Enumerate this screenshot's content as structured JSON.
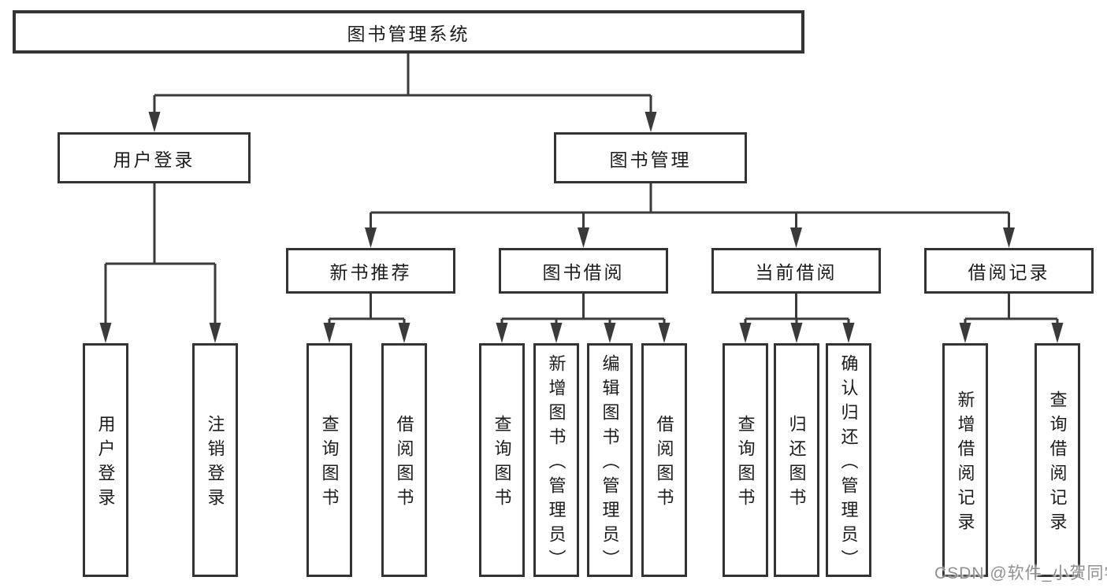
{
  "diagram_type": "hierarchy-tree",
  "tree": {
    "label": "图书管理系统",
    "children": [
      {
        "label": "用户登录",
        "children": [
          {
            "label": "用户登录"
          },
          {
            "label": "注销登录"
          }
        ]
      },
      {
        "label": "图书管理",
        "children": [
          {
            "label": "新书推荐",
            "children": [
              {
                "label": "查询图书"
              },
              {
                "label": "借阅图书"
              }
            ]
          },
          {
            "label": "图书借阅",
            "children": [
              {
                "label": "查询图书"
              },
              {
                "label": "新增图书（管理员）"
              },
              {
                "label": "编辑图书（管理员）"
              },
              {
                "label": "借阅图书"
              }
            ]
          },
          {
            "label": "当前借阅",
            "children": [
              {
                "label": "查询图书"
              },
              {
                "label": "归还图书"
              },
              {
                "label": "确认归还（管理员）"
              }
            ]
          },
          {
            "label": "借阅记录",
            "children": [
              {
                "label": "新增借阅记录"
              },
              {
                "label": "查询借阅记录"
              }
            ]
          }
        ]
      }
    ]
  },
  "watermark": {
    "text": "CSDN @软件_小贺同学"
  },
  "colors": {
    "line": "#3a3a3a",
    "box_border": "#333333",
    "watermark_gray": "#878787"
  }
}
